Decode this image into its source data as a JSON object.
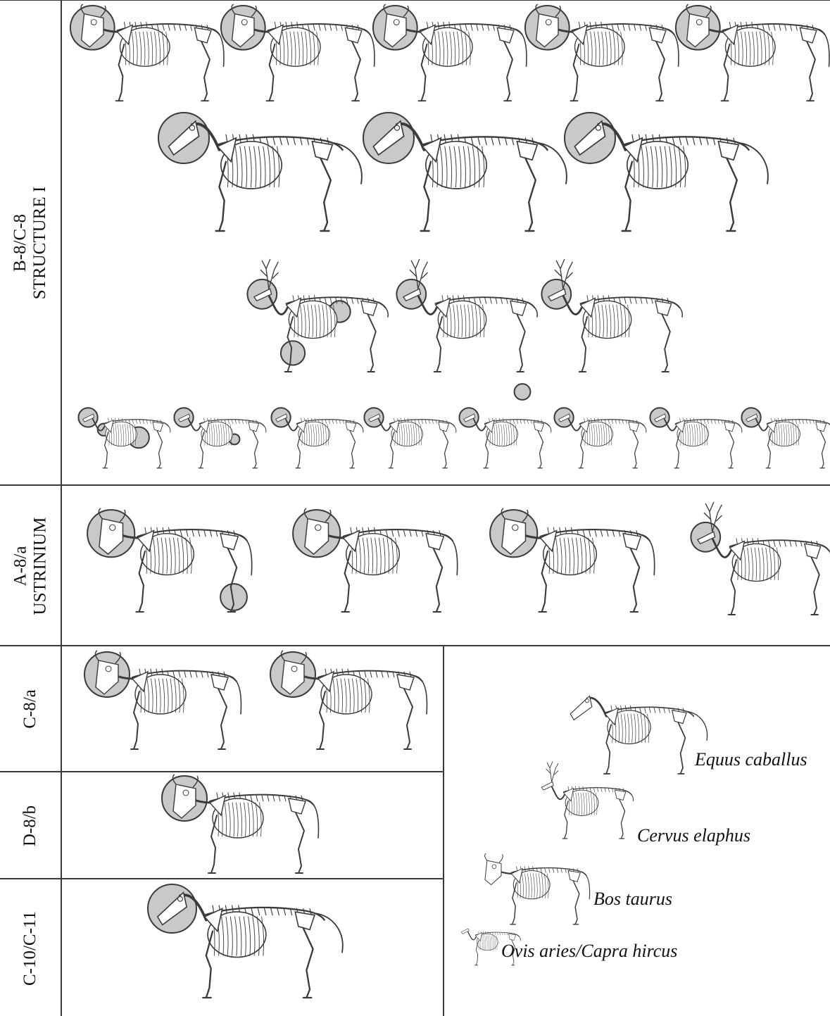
{
  "rows": [
    {
      "id": "b8c8",
      "label_line1": "B-8/C-8",
      "label_line2": "STRUCTURE I"
    },
    {
      "id": "a8a",
      "label_line1": "A-8/a",
      "label_line2": "USTRINIUM"
    },
    {
      "id": "c8a",
      "label_line1": "C-8/a",
      "label_line2": ""
    },
    {
      "id": "d8b",
      "label_line1": "D-8/b",
      "label_line2": ""
    },
    {
      "id": "c10c11",
      "label_line1": "C-10/C-11",
      "label_line2": ""
    }
  ],
  "legend": [
    {
      "species": "horse",
      "name": "Equus caballus"
    },
    {
      "species": "deer",
      "name": "Cervus elaphus"
    },
    {
      "species": "cattle",
      "name": "Bos taurus"
    },
    {
      "species": "sheep",
      "name": "Ovis aries/Capra hircus"
    }
  ],
  "colors": {
    "line": "#3a3a3a",
    "highlight": "#c9c9c9",
    "bone": "#ffffff"
  }
}
